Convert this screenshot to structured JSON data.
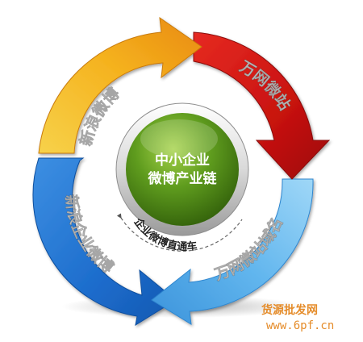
{
  "diagram": {
    "center": {
      "line1": "中小企业",
      "line2": "微博产业链"
    },
    "arrows": [
      {
        "label": "新浪微博",
        "color": "#f4b828"
      },
      {
        "label": "万网微站",
        "color": "#d81818"
      },
      {
        "label": "万网微站域名",
        "color": "#5cb6ee"
      },
      {
        "label": "新浪企业微博",
        "color": "#1f78d6"
      }
    ],
    "cycle_caption": "企业微博直通车"
  },
  "watermark": {
    "text": "货源批发网",
    "url": "www.6pf.cn"
  }
}
